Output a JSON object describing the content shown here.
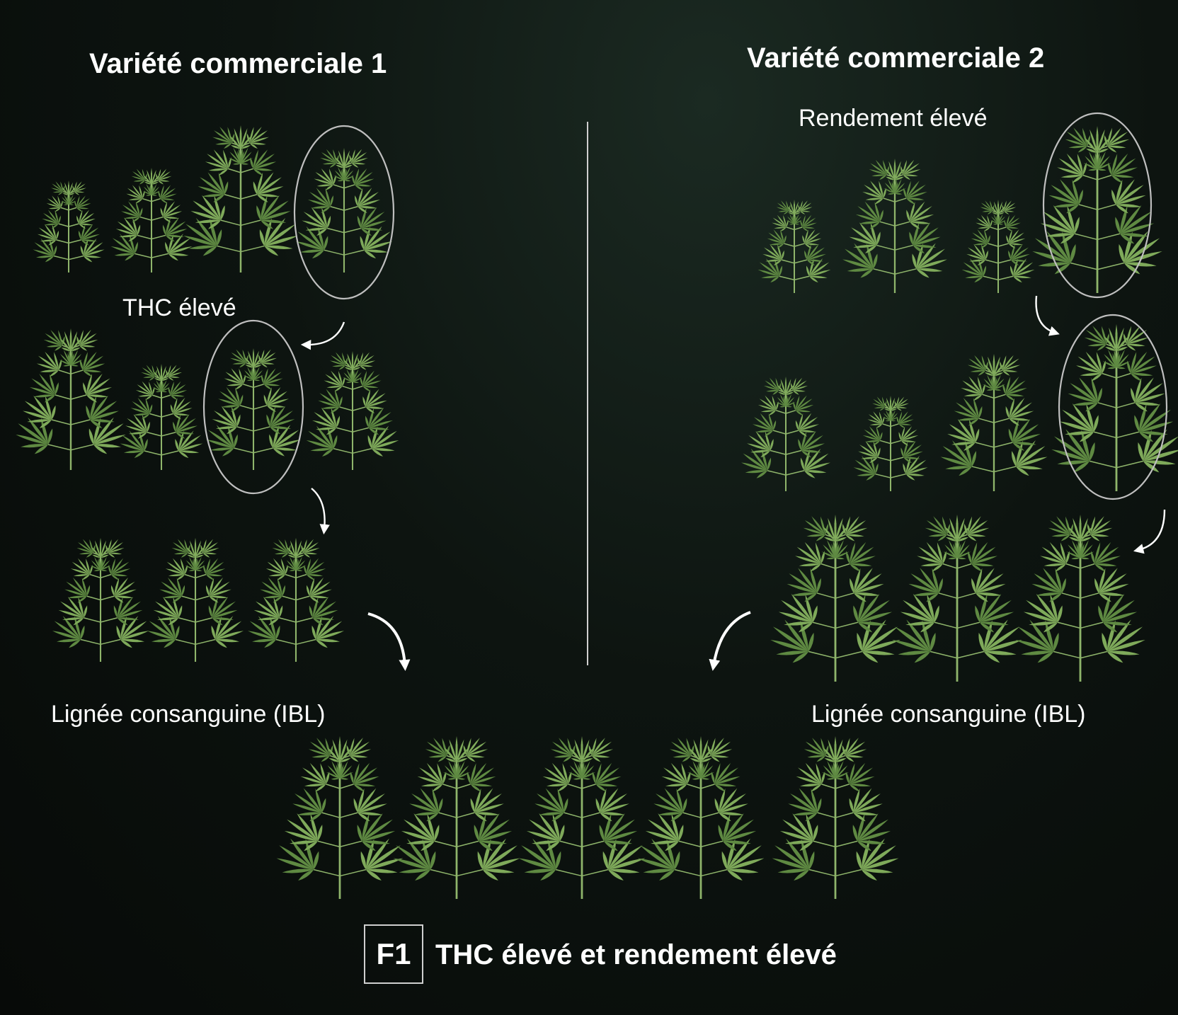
{
  "left": {
    "title": "Variété commerciale 1",
    "trait_label": "THC élevé",
    "ibl_label": "Lignée consanguine (IBL)"
  },
  "right": {
    "title": "Variété commerciale 2",
    "trait_label": "Rendement élevé",
    "ibl_label": "Lignée consanguine (IBL)"
  },
  "result": {
    "badge": "F1",
    "text": "THC élevé et rendement élevé"
  },
  "colors": {
    "leaf": "#7faa5a",
    "leaf_dark": "#5f8a42",
    "stem": "#8fb56b",
    "outline": "#bfbfbf",
    "arrow": "#ffffff",
    "divider": "#d0d0d0"
  },
  "icons": [
    "cannabis-plant-icon",
    "curved-arrow-icon",
    "selection-ellipse"
  ]
}
